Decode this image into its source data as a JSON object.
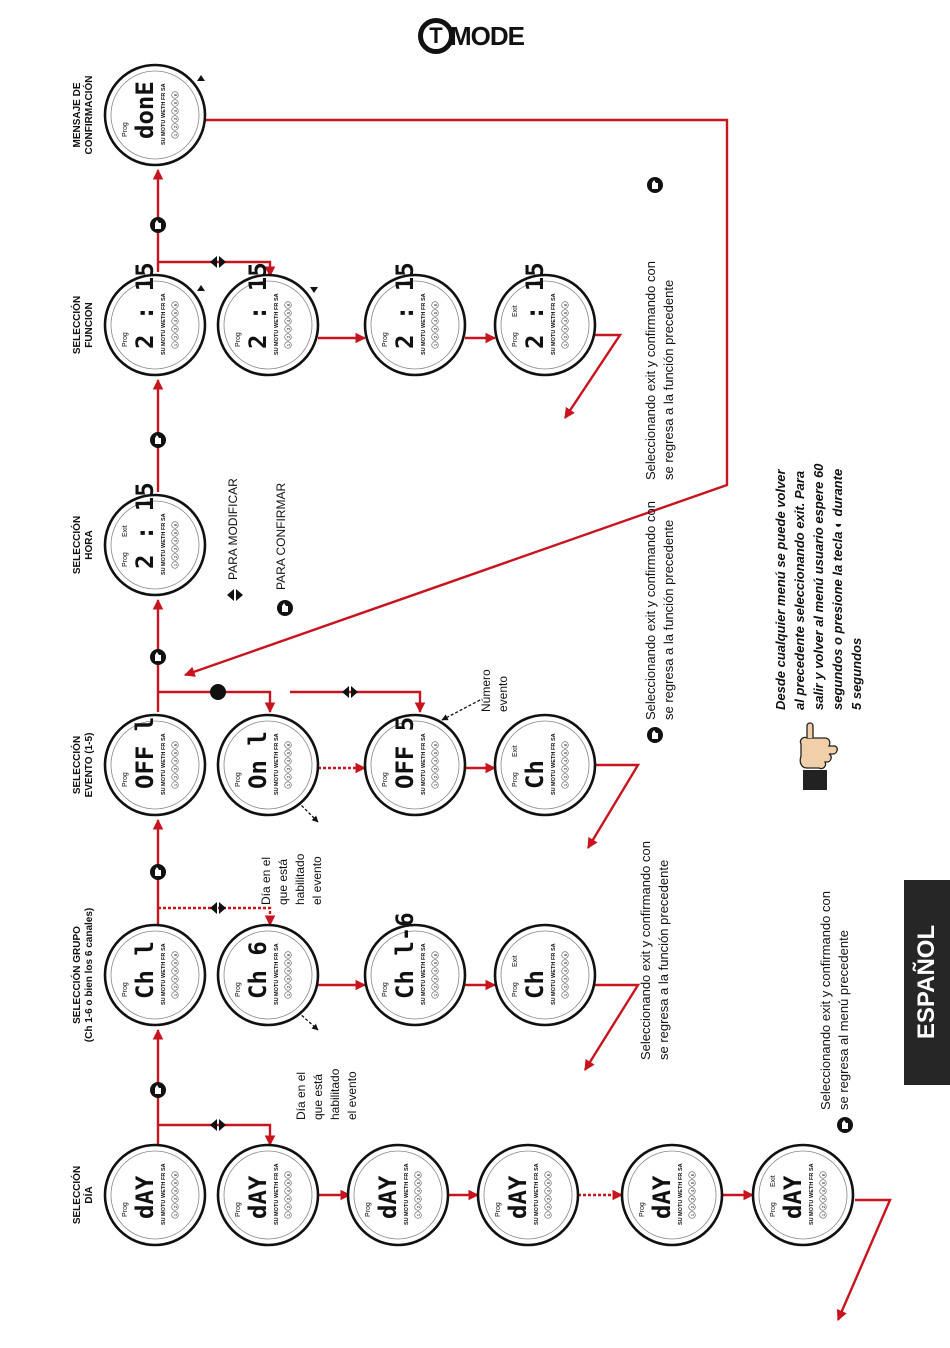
{
  "logo": {
    "letter": "T",
    "word": "MODE"
  },
  "language_tab": "ESPAÑOL",
  "colors": {
    "flow_arrow": "#c8141e",
    "text": "#111111",
    "tab_bg": "#262626"
  },
  "columns": {
    "dia": [
      "SELECCIÓN",
      "DÍA"
    ],
    "grupo": [
      "SELECCIÓN GRUPO",
      "(Ch 1-6 o bien los 6 canales)"
    ],
    "evento": [
      "SELECCIÓN",
      "EVENTO  (1-5)"
    ],
    "hora": [
      "SELECCIÓN",
      "HORA"
    ],
    "funcion": [
      "SELECCIÓN",
      "FUNCION"
    ],
    "mensaje": [
      "MENSAJE DE",
      "CONFIRMACIÓN"
    ]
  },
  "display_labels": {
    "prog": "Prog",
    "exit": "Exit",
    "days": [
      "SU",
      "MO",
      "TU",
      "WE",
      "TH",
      "FR",
      "SA"
    ],
    "channels": [
      "1",
      "2",
      "3",
      "4",
      "5",
      "6"
    ]
  },
  "readouts": {
    "day": "dAY",
    "ch1": "Ch  l",
    "ch6": "Ch  6",
    "ch_all": "Ch l-6",
    "ch_exit": "Ch",
    "off1": "OFF  l",
    "on1": "On       l",
    "off5": "OFF  5",
    "time": "2 : 15",
    "done": "donE"
  },
  "annotations": {
    "dia_habilitado": [
      "Día  en  el",
      "que  está",
      "habilitado",
      "el evento"
    ],
    "numero_evento": [
      "Número",
      "evento"
    ],
    "para_modificar": "PARA MODIFICAR",
    "para_confirmar": "PARA CONFIRMAR",
    "exit_menu": [
      "Seleccionando exit y confirmando con",
      "se regresa al menú precedente"
    ],
    "exit_funcion": [
      "Seleccionando exit y confirmando con",
      "se regresa a la función precedente"
    ],
    "note": [
      "Desde cualquier menú se puede volver",
      "al precedente seleccionando exit. Para",
      "salir y volver al menú usuario espere 60",
      "segundos o presione la tecla",
      "durante",
      "5 segundos"
    ]
  },
  "icons": [
    "confirm-hand-button-icon",
    "up-down-arrows-icon",
    "pointing-hand-icon",
    "half-circle-key-icon",
    "black-dot-icon",
    "t-mode-logo"
  ]
}
